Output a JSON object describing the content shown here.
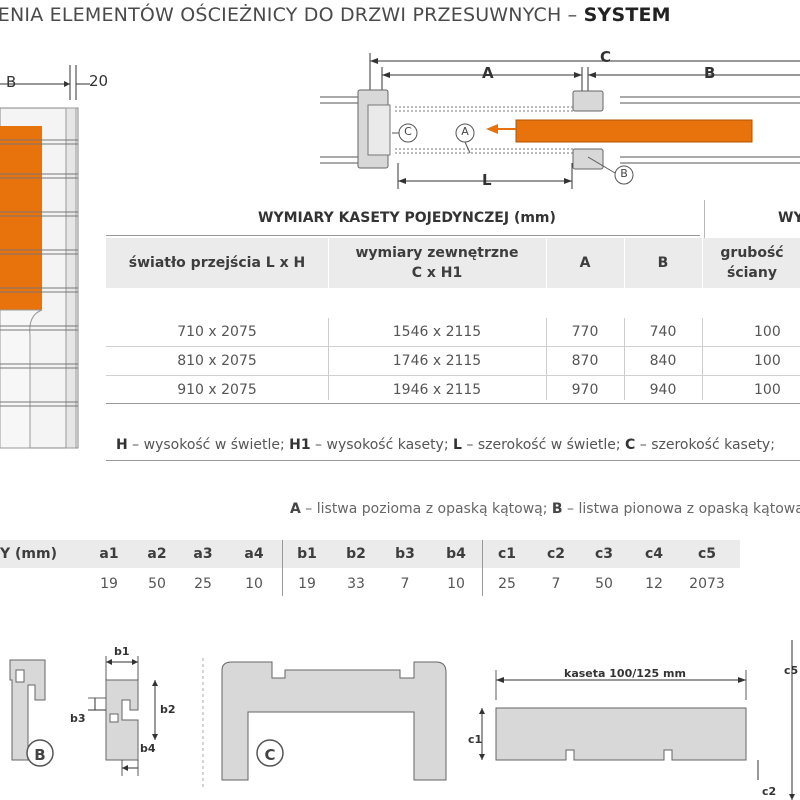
{
  "title": {
    "prefix": "IENIA ELEMENTÓW OŚCIEŻNICY DO DRZWI PRZESUWNYCH – ",
    "bold": "SYSTEM"
  },
  "top_left_drawing": {
    "b_label": "B",
    "dim_20": "20"
  },
  "top_right_drawing": {
    "labels": {
      "A": "A",
      "B": "B",
      "C": "C",
      "L": "L",
      "circle_A": "A",
      "circle_B": "B",
      "circle_C": "C"
    }
  },
  "main_table": {
    "title": "WYMIARY KASETY POJEDYNCZEJ (mm)",
    "title_right": "WY",
    "headers": {
      "opening": "światło przejścia L x H",
      "outer_line1": "wymiary zewnętrzne",
      "outer_line2": "C x H1",
      "a": "A",
      "b": "B",
      "wall_line1": "grubość",
      "wall_line2": "ściany"
    },
    "rows": [
      {
        "opening": "710 x 2075",
        "outer": "1546 x 2115",
        "a": "770",
        "b": "740",
        "wall": "100"
      },
      {
        "opening": "810 x 2075",
        "outer": "1746 x 2115",
        "a": "870",
        "b": "840",
        "wall": "100"
      },
      {
        "opening": "910 x 2075",
        "outer": "1946 x 2115",
        "a": "970",
        "b": "940",
        "wall": "100"
      }
    ]
  },
  "legend1": {
    "H": "H",
    "H_text": " – wysokość w świetle; ",
    "H1": "H1",
    "H1_text": " – wysokość kasety; ",
    "L": "L",
    "L_text": " – szerokość w świetle; ",
    "C": "C",
    "C_text": " – szerokość kasety;"
  },
  "legend2": {
    "A": "A",
    "A_text": " – listwa pozioma z opaską kątową; ",
    "B": "B",
    "B_text": " – listwa pionowa z opaską kątowa"
  },
  "profile_table": {
    "first_header": "Y (mm)",
    "headers": [
      "a1",
      "a2",
      "a3",
      "a4",
      "b1",
      "b2",
      "b3",
      "b4",
      "c1",
      "c2",
      "c3",
      "c4",
      "c5"
    ],
    "values": [
      "19",
      "50",
      "25",
      "10",
      "19",
      "33",
      "7",
      "10",
      "25",
      "7",
      "50",
      "12",
      "2073"
    ]
  },
  "bottom_drawings": {
    "circle_B": "B",
    "circle_C": "C",
    "b1": "b1",
    "b2": "b2",
    "b3": "b3",
    "b4": "b4",
    "kaseta": "kaseta 100/125 mm",
    "c1": "c1",
    "c2": "c2",
    "c5": "c5"
  },
  "colors": {
    "orange": "#e8720c",
    "header_bg": "#ebebeb",
    "profile_gray": "#d8d8d8"
  }
}
